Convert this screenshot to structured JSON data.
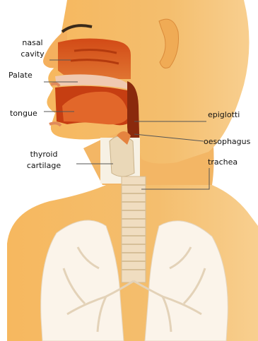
{
  "labels": {
    "nasal_cavity_1": "nasal",
    "nasal_cavity_2": "cavity",
    "palate": "Palate",
    "tongue": "tongue",
    "thyroid_1": "thyroid",
    "thyroid_2": "cartilage",
    "epiglottis": "epiglotti",
    "oesophagus": "oesophagus",
    "trachea": "trachea"
  }
}
